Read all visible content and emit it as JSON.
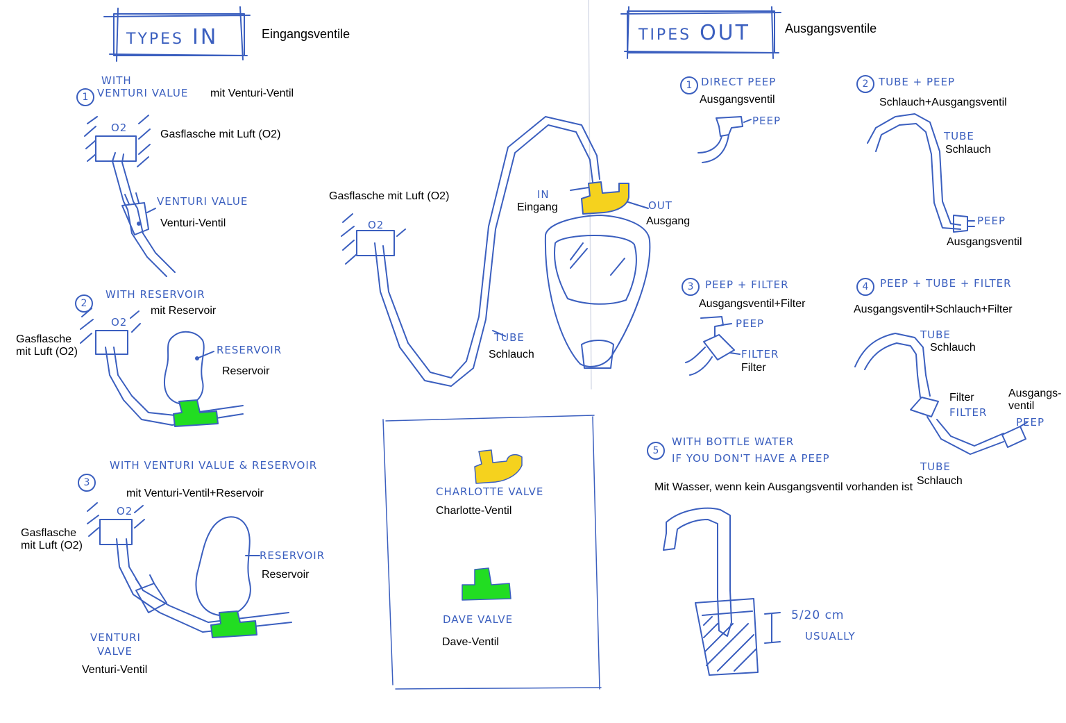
{
  "types_in": {
    "title_hw_a": "TYPES",
    "title_hw_b": "IN",
    "title_de": "Eingangsventile",
    "items": [
      {
        "num": "1",
        "hw_line1": "WITH",
        "hw_line2": "VENTURI VALUE",
        "de": "mit Venturi-Ventil"
      },
      {
        "num": "2",
        "hw": "WITH RESERVOIR",
        "de": "mit Reservoir"
      },
      {
        "num": "3",
        "hw": "WITH VENTURI VALUE & RESERVOIR",
        "de": "mit Venturi-Ventil+Reservoir"
      }
    ],
    "o2": "O2",
    "gas_bottle": "Gasflasche mit Luft (O2)",
    "gas_bottle_line1": "Gasflasche",
    "gas_bottle_line2": "mit Luft (O2)",
    "venturi_hw": "VENTURI VALUE",
    "venturi_hw_l1": "VENTURI",
    "venturi_hw_l2": "VALVE",
    "venturi_de": "Venturi-Ventil",
    "reservoir_hw": "RESERVOIR",
    "reservoir_de": "Reservoir"
  },
  "center": {
    "gas_bottle": "Gasflasche mit Luft (O2)",
    "o2": "O2",
    "tube_hw": "TUBE",
    "tube_de": "Schlauch",
    "in_hw": "IN",
    "in_de": "Eingang",
    "out_hw": "OUT",
    "out_de": "Ausgang"
  },
  "valves_box": {
    "charlotte_hw": "CHARLOTTE VALVE",
    "charlotte_de": "Charlotte-Ventil",
    "dave_hw": "DAVE VALVE",
    "dave_de": "Dave-Ventil"
  },
  "types_out": {
    "title_hw_a": "TIPES",
    "title_hw_b": "OUT",
    "title_de": "Ausgangsventile",
    "items": [
      {
        "num": "1",
        "hw": "DIRECT PEEP",
        "de": "Ausgangsventil"
      },
      {
        "num": "2",
        "hw": "TUBE + PEEP",
        "de": "Schlauch+Ausgangsventil"
      },
      {
        "num": "3",
        "hw": "PEEP + FILTER",
        "de": "Ausgangsventil+Filter"
      },
      {
        "num": "4",
        "hw": "PEEP + TUBE + FILTER",
        "de": "Ausgangsventil+Schlauch+Filter"
      },
      {
        "num": "5",
        "hw_line1": "WITH BOTTLE WATER",
        "hw_line2": "IF YOU DON'T HAVE A PEEP",
        "de": "Mit Wasser, wenn kein Ausgangsventil vorhanden ist"
      }
    ],
    "peep_hw": "PEEP",
    "tube_hw": "TUBE",
    "tube_de": "Schlauch",
    "filter_hw": "FILTER",
    "filter_de": "Filter",
    "ausgangsventil": "Ausgangsventil",
    "ausgangs_line1": "Ausgangs-",
    "ausgangs_line2": "ventil",
    "water_level_hw": "5/20 cm",
    "water_usually_hw": "USUALLY"
  },
  "colors": {
    "ink": "#3b5fbf",
    "charlotte_valve": "#f5d21e",
    "dave_valve": "#22dd22",
    "text": "#000000"
  }
}
